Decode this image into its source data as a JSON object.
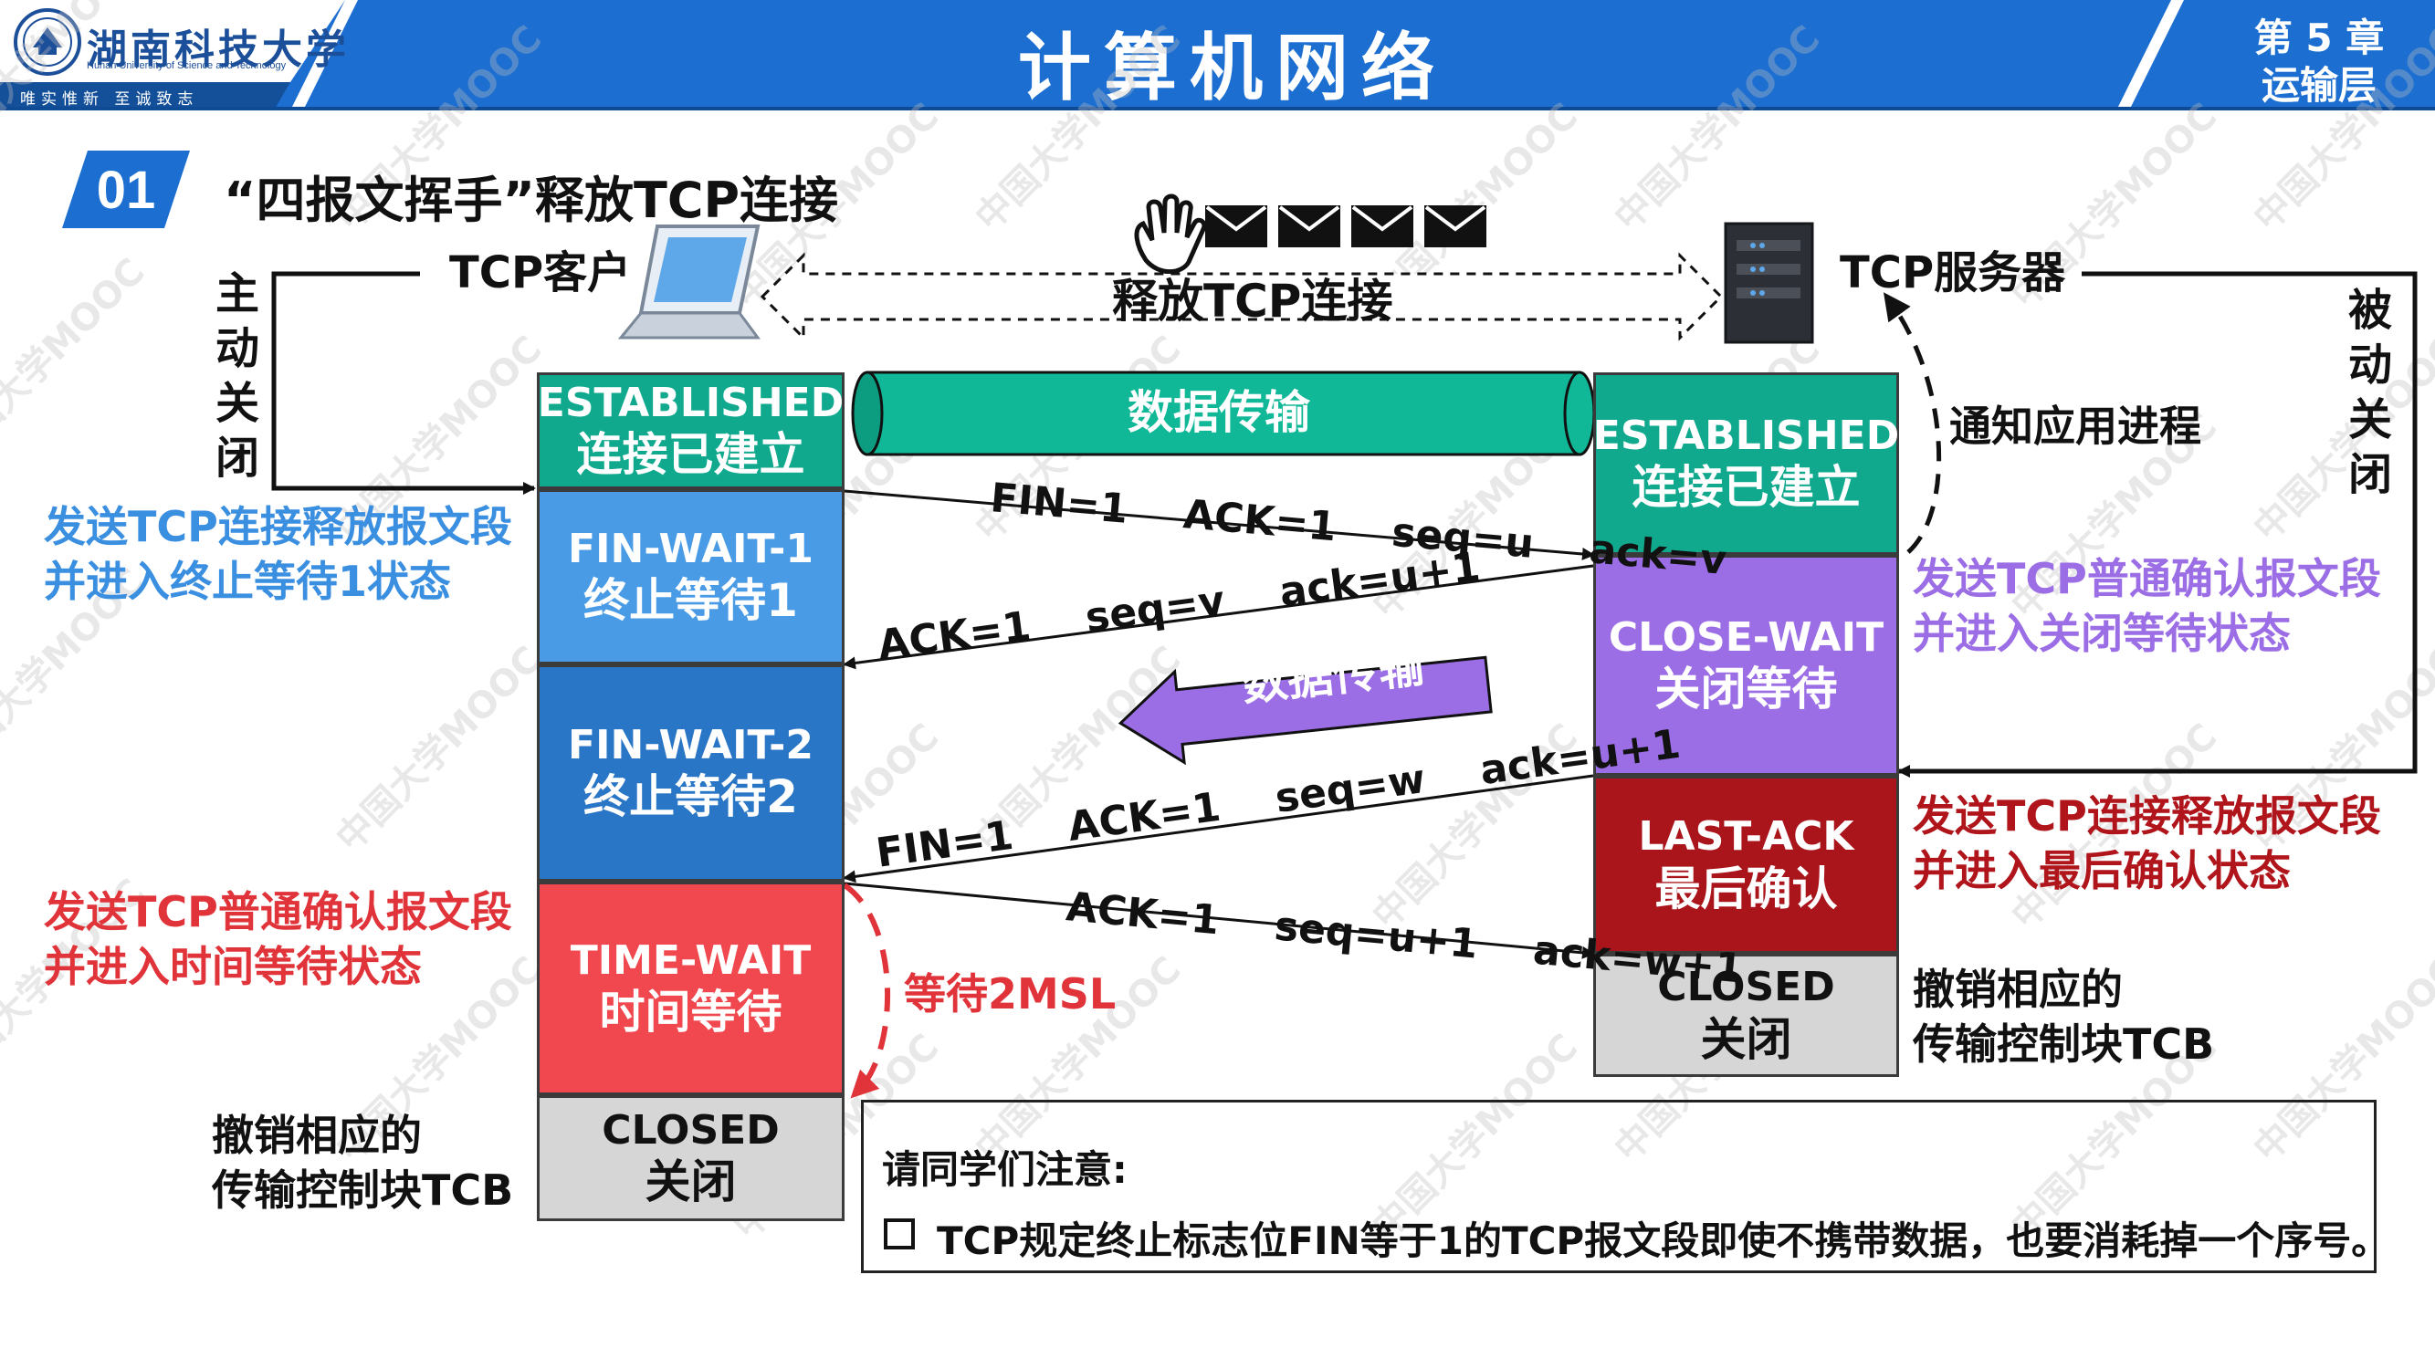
{
  "header": {
    "title": "计算机网络",
    "chapter_num": "第 5 章",
    "chapter_name": "运输层",
    "university_cn": "湖南科技大学",
    "university_en": "Hunan University of Science and Technology",
    "motto": "唯实惟新  至诚致志",
    "watermark": "中国大学MOOC"
  },
  "section": {
    "number": "01",
    "title": "“四报文挥手”释放TCP连接"
  },
  "top": {
    "client_label": "TCP客户",
    "server_label": "TCP服务器",
    "release_label": "释放TCP连接",
    "active_close": "主动关闭",
    "passive_close": "被动关闭"
  },
  "client_states": [
    {
      "l1": "ESTABLISHED",
      "l2": "连接已建立"
    },
    {
      "l1": "FIN-WAIT-1",
      "l2": "终止等待1"
    },
    {
      "l1": "FIN-WAIT-2",
      "l2": "终止等待2"
    },
    {
      "l1": "TIME-WAIT",
      "l2": "时间等待"
    },
    {
      "l1": "CLOSED",
      "l2": "关闭"
    }
  ],
  "server_states": [
    {
      "l1": "ESTABLISHED",
      "l2": "连接已建立"
    },
    {
      "l1": "CLOSE-WAIT",
      "l2": "关闭等待"
    },
    {
      "l1": "LAST-ACK",
      "l2": "最后确认"
    },
    {
      "l1": "CLOSED",
      "l2": "关闭"
    }
  ],
  "data_transfer_top": "数据传输",
  "data_transfer_mid": "数据传输",
  "messages": [
    {
      "parts": [
        "FIN=1",
        "ACK=1",
        "seq=u",
        "ack=v"
      ]
    },
    {
      "parts": [
        "ACK=1",
        "seq=v",
        "ack=u+1"
      ]
    },
    {
      "parts": [
        "FIN=1",
        "ACK=1",
        "seq=w",
        "ack=u+1"
      ]
    },
    {
      "parts": [
        "ACK=1",
        "seq=u+1",
        "ack=w+1"
      ]
    }
  ],
  "annotations": {
    "client_fin_1": "发送TCP连接释放报文段",
    "client_fin_2": "并进入终止等待1状态",
    "client_ack_1": "发送TCP普通确认报文段",
    "client_ack_2": "并进入时间等待状态",
    "client_tcb_1": "撤销相应的",
    "client_tcb_2": "传输控制块TCB",
    "server_ack_1": "发送TCP普通确认报文段",
    "server_ack_2": "并进入关闭等待状态",
    "server_fin_1": "发送TCP连接释放报文段",
    "server_fin_2": "并进入最后确认状态",
    "server_tcb_1": "撤销相应的",
    "server_tcb_2": "传输控制块TCB",
    "notify_app": "通知应用进程",
    "wait_2msl": "等待2MSL"
  },
  "notice": {
    "title": "请同学们注意:",
    "item": "TCP规定终止标志位FIN等于1的TCP报文段即使不携带数据，也要消耗掉一个序号。"
  },
  "colors": {
    "header_blue": "#1c6fd1",
    "established": "#10a98e",
    "fin_wait_1": "#4a9be6",
    "fin_wait_2": "#2a76c6",
    "time_wait": "#f0484e",
    "closed": "#d6d6d6",
    "close_wait": "#9b6ee6",
    "last_ack": "#a9151b"
  }
}
